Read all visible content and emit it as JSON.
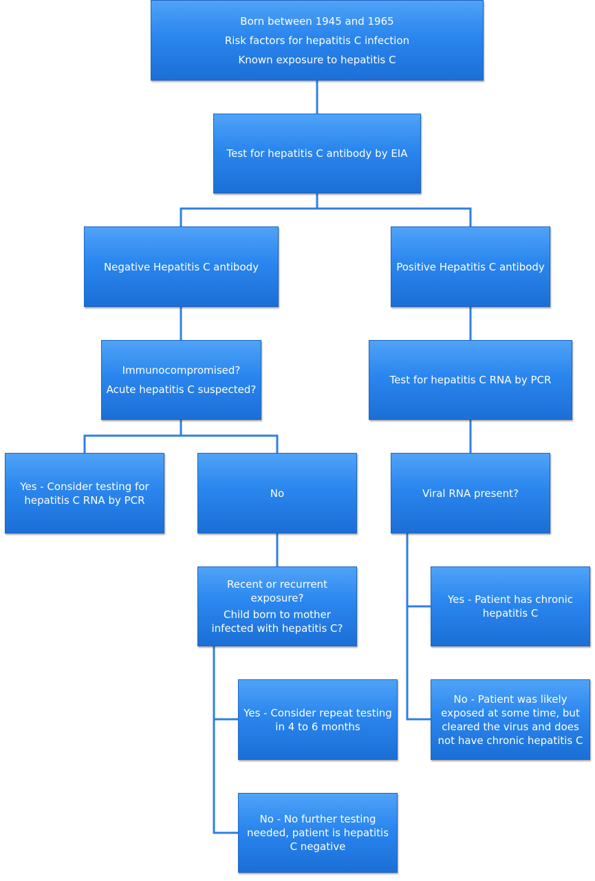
{
  "colors": {
    "box_top": "#4fa3f7",
    "box_bottom": "#1b6fd6",
    "connector": "#2f7fe0",
    "text": "#ffffff"
  },
  "nodes": {
    "start": {
      "lines": [
        "Born between 1945 and 1965",
        "Risk factors for hepatitis C infection",
        "Known exposure to hepatitis C"
      ]
    },
    "antibody_test": {
      "lines": [
        "Test for hepatitis C antibody by EIA"
      ]
    },
    "negative_antibody": {
      "lines": [
        "Negative Hepatitis C antibody"
      ]
    },
    "positive_antibody": {
      "lines": [
        "Positive Hepatitis C antibody"
      ]
    },
    "immuno_question": {
      "lines": [
        "Immunocompromised?",
        "Acute  hepatitis C suspected?"
      ]
    },
    "rna_test": {
      "lines": [
        "Test for hepatitis C RNA by PCR"
      ]
    },
    "yes_consider_rna": {
      "lines": [
        "Yes - Consider testing for hepatitis C RNA by PCR"
      ]
    },
    "no_immuno": {
      "lines": [
        "No"
      ]
    },
    "viral_rna_question": {
      "lines": [
        "Viral RNA present?"
      ]
    },
    "exposure_question": {
      "lines": [
        "Recent or recurrent exposure?",
        "Child born to mother infected with hepatitis C?"
      ]
    },
    "yes_chronic": {
      "lines": [
        "Yes - Patient has chronic hepatitis C"
      ]
    },
    "yes_repeat": {
      "lines": [
        "Yes - Consider repeat testing in 4 to 6 months"
      ]
    },
    "no_cleared": {
      "lines": [
        "No - Patient was likely exposed at some time, but cleared the virus and does not have chronic hepatitis C"
      ]
    },
    "no_further": {
      "lines": [
        "No - No further testing needed, patient is hepatitis C negative"
      ]
    }
  }
}
